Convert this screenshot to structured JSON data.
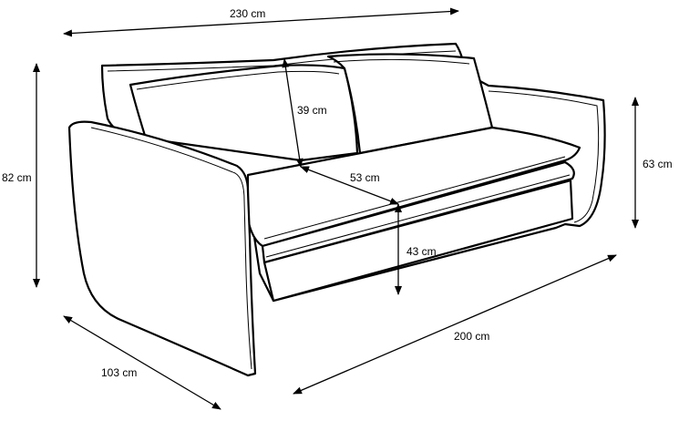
{
  "diagram": {
    "subject": "sofa",
    "dimensions": {
      "total_width": "230 cm",
      "total_height": "82 cm",
      "backrest_height": "39 cm",
      "seat_depth": "53 cm",
      "armrest_height": "63 cm",
      "seat_height": "43 cm",
      "seat_width": "200 cm",
      "total_depth": "103 cm"
    }
  }
}
